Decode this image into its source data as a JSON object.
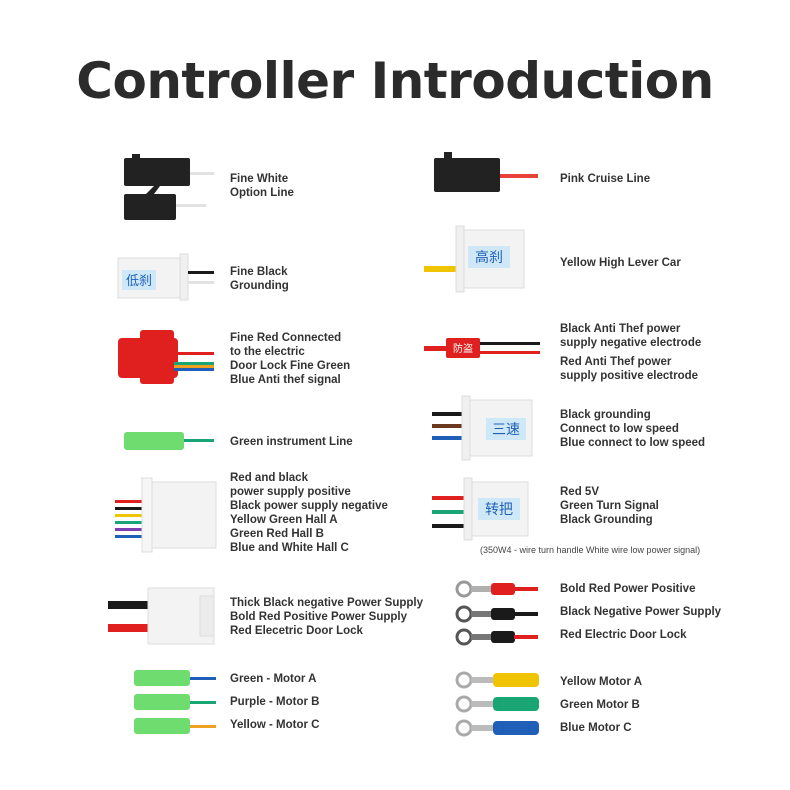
{
  "title": "Controller Introduction",
  "colors": {
    "white_wire": "#e8e8e8",
    "black": "#1a1a1a",
    "red": "#e0201e",
    "pink": "#e8413a",
    "yellow": "#f0c400",
    "green": "#1aa574",
    "blue": "#1f5fb8",
    "brown": "#6b3a1e",
    "purple": "#7a3fb0",
    "orange": "#f0a020",
    "connector": "#f3f3f3",
    "tube": "#6fdc6f"
  },
  "left": [
    {
      "label": "Fine White\nOption Line"
    },
    {
      "label": "Fine Black\nGrounding",
      "tag": "低刹"
    },
    {
      "label": "Fine Red Connected\nto the electric\nDoor Lock Fine Green\nBlue Anti thef signal"
    },
    {
      "label": "Green instrument Line"
    },
    {
      "label": "Red and black\npower supply positive\nBlack power supply negative\nYellow Green Hall A\nGreen Red Hall B\nBlue and White Hall C"
    },
    {
      "label": "Thick Black negative Power Supply\nBold Red Positive Power Supply\nRed Elecetric Door Lock"
    },
    {
      "label": "Green - Motor A"
    },
    {
      "label": "Purple - Motor B"
    },
    {
      "label": "Yellow - Motor C"
    }
  ],
  "right": [
    {
      "label": "Pink Cruise Line"
    },
    {
      "label": "Yellow High Lever Car",
      "tag": "高刹"
    },
    {
      "label": "Black Anti Thef power\nsupply negative electrode"
    },
    {
      "label": "Red Anti Thef power\nsupply positive electrode",
      "tag": "防盗"
    },
    {
      "label": "Black grounding\nConnect to low speed\nBlue connect to low speed",
      "tag": "三速"
    },
    {
      "label": "Red 5V\nGreen Turn Signal\nBlack Grounding",
      "tag": "转把"
    },
    {
      "label": "Bold Red Power Positive"
    },
    {
      "label": "Black Negative Power Supply"
    },
    {
      "label": "Red Electric Door Lock"
    },
    {
      "label": "Yellow Motor A"
    },
    {
      "label": "Green Motor B"
    },
    {
      "label": "Blue Motor C"
    }
  ],
  "note": "(350W4 - wire turn handle White wire low power signal)"
}
